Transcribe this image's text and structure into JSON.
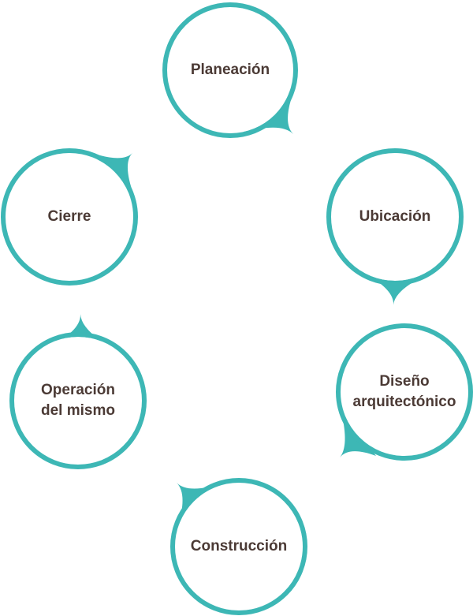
{
  "colors": {
    "ring": "#3db7b5",
    "text": "#4b3a35",
    "background": "#ffffff"
  },
  "nodes": [
    {
      "id": "planeacion",
      "label": "Planeación",
      "pointer": "bottom-right"
    },
    {
      "id": "ubicacion",
      "label": "Ubicación",
      "pointer": "bottom"
    },
    {
      "id": "diseno",
      "label": "Diseño\narquitectónico",
      "pointer": "bottom-left"
    },
    {
      "id": "construccion",
      "label": "Construcción",
      "pointer": "top-left"
    },
    {
      "id": "operacion",
      "label": "Operación\ndel mismo",
      "pointer": "top"
    },
    {
      "id": "cierre",
      "label": "Cierre",
      "pointer": "top-right"
    }
  ]
}
